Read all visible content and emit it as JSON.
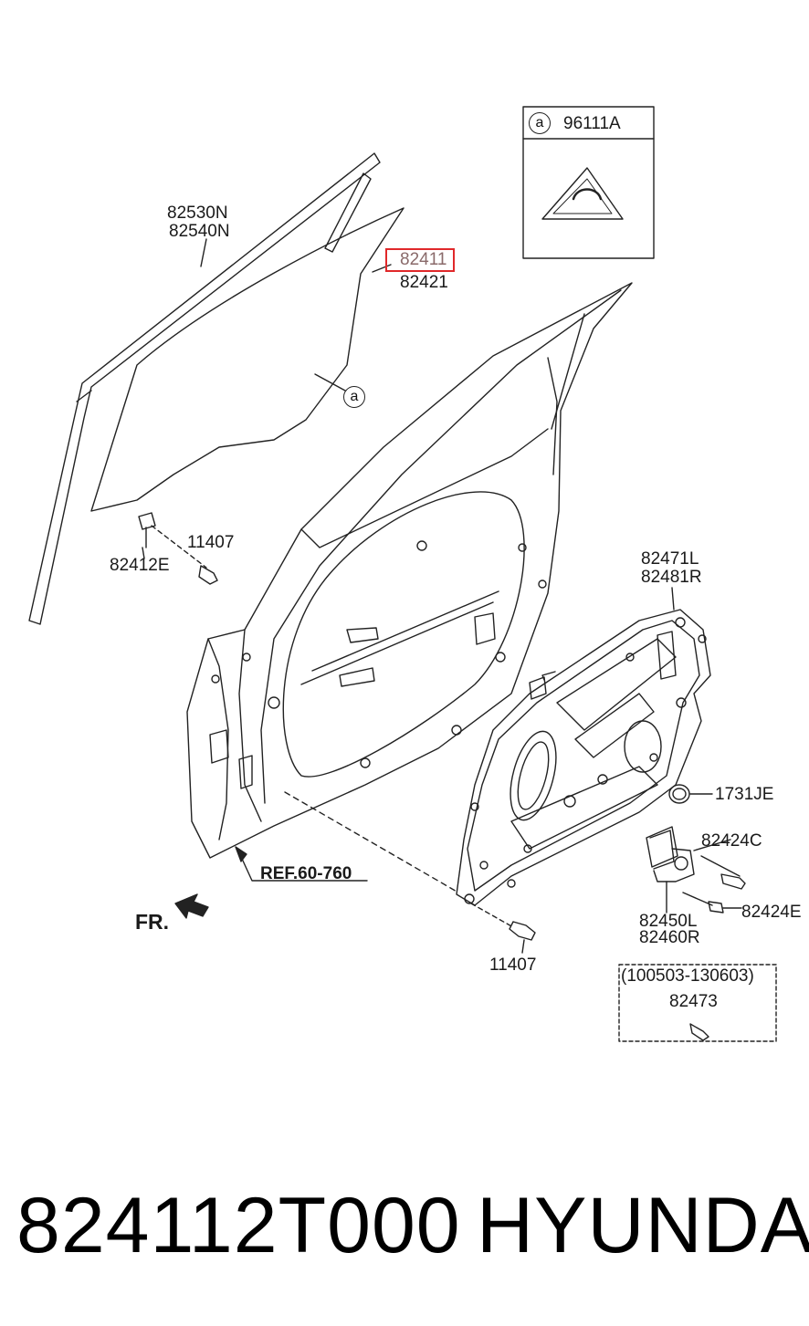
{
  "labels": {
    "glass_channel": [
      "82530N",
      "82540N"
    ],
    "glass": [
      "82411",
      "82421"
    ],
    "ref_a": "a",
    "clip_left": "82412E",
    "bolt_top": "11407",
    "regulator": [
      "82471L",
      "82481R"
    ],
    "grommet": "1731JE",
    "screw_c": "82424C",
    "screw_e": "82424E",
    "motor": [
      "82450L",
      "82460R"
    ],
    "bolt_bottom": "11407",
    "date_range": "(100503-130603)",
    "screw_473": "82473",
    "ref": "REF.60-760",
    "front": "FR."
  },
  "inset": {
    "letter": "a",
    "part": "96111A"
  },
  "caption": {
    "part_number": "824112T000",
    "brand": "HYUNDAI"
  },
  "colors": {
    "line": "#222222",
    "highlight": "#e0282a"
  }
}
